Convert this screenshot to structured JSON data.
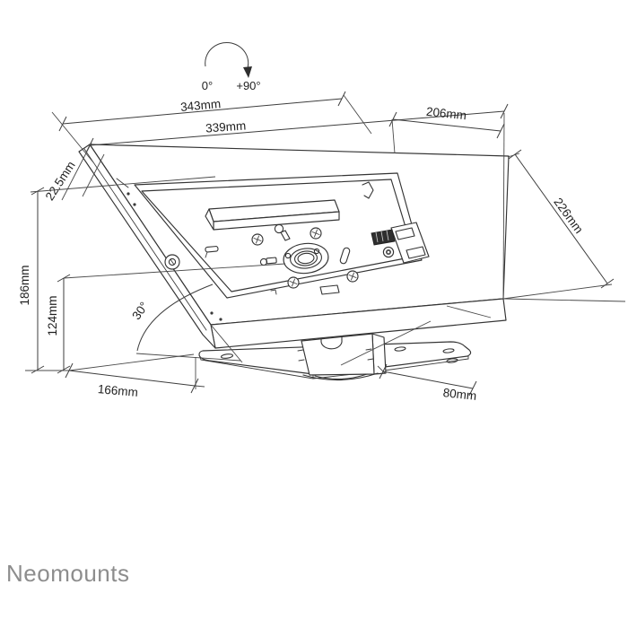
{
  "meta": {
    "background_color": "#ffffff",
    "line_color": "#3a3a3a",
    "brand_color": "#8d8d8d",
    "drawing_type": "tablet-stand-dimension-diagram"
  },
  "brand": {
    "label": "Neomounts"
  },
  "rotation_indicator": {
    "start": "0°",
    "end": "+90°"
  },
  "dimensions": {
    "top_width_outer": {
      "label": "343mm"
    },
    "top_width_inner": {
      "label": "339mm"
    },
    "top_depth": {
      "label": "206mm"
    },
    "side_depth": {
      "label": "226mm"
    },
    "edge_thickness": {
      "label": "22.5mm"
    },
    "total_height": {
      "label": "186mm"
    },
    "pivot_height": {
      "label": "124mm"
    },
    "tilt_angle": {
      "label": "30°"
    },
    "base_depth": {
      "label": "166mm"
    },
    "base_width": {
      "label": "80mm"
    }
  }
}
